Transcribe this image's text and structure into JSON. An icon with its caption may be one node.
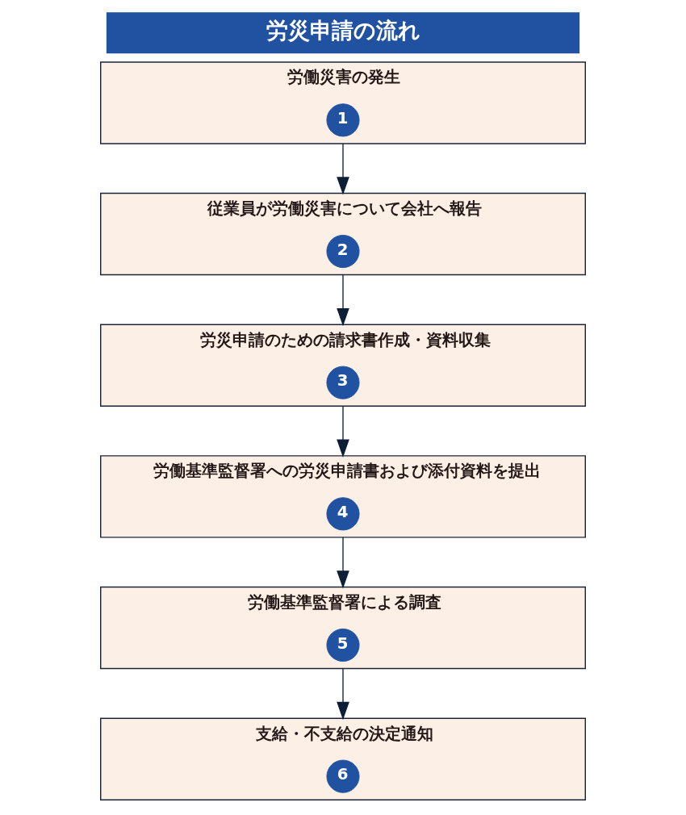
{
  "diagram": {
    "title": "労災申請の流れ",
    "nodes": [
      {
        "text": [
          "労働災害の発生"
        ]
      },
      {
        "text": [
          "1"
        ],
        "in": 0
      },
      {
        "text": [
          "従業員が労働災害について会社へ報告"
        ]
      },
      {
        "text": [
          "2"
        ],
        "in": 2
      },
      {
        "text": [
          "労災申請のための請求書作成・資料収集"
        ]
      },
      {
        "text": [
          "3"
        ],
        "in": 4
      },
      {
        "text": [
          "労働基準監督署への労災申請書および添付資料を提出"
        ]
      },
      {
        "text": [
          "4"
        ],
        "in": 6
      },
      {
        "text": [
          "労働基準監督署による調査"
        ]
      },
      {
        "text": [
          "5"
        ],
        "in": 8
      },
      {
        "text": [
          "支給・不支給の決定通知"
        ]
      },
      {
        "text": [
          "6"
        ],
        "in": 10
      }
    ],
    "edges": [
      {
        "from": 0,
        "to": 2,
        "arrow": "to"
      },
      {
        "from": 2,
        "to": 4,
        "arrow": "to"
      },
      {
        "from": 4,
        "to": 6,
        "arrow": "to"
      },
      {
        "from": 6,
        "to": 8,
        "arrow": "to"
      },
      {
        "from": 8,
        "to": 10,
        "arrow": "to"
      }
    ]
  }
}
